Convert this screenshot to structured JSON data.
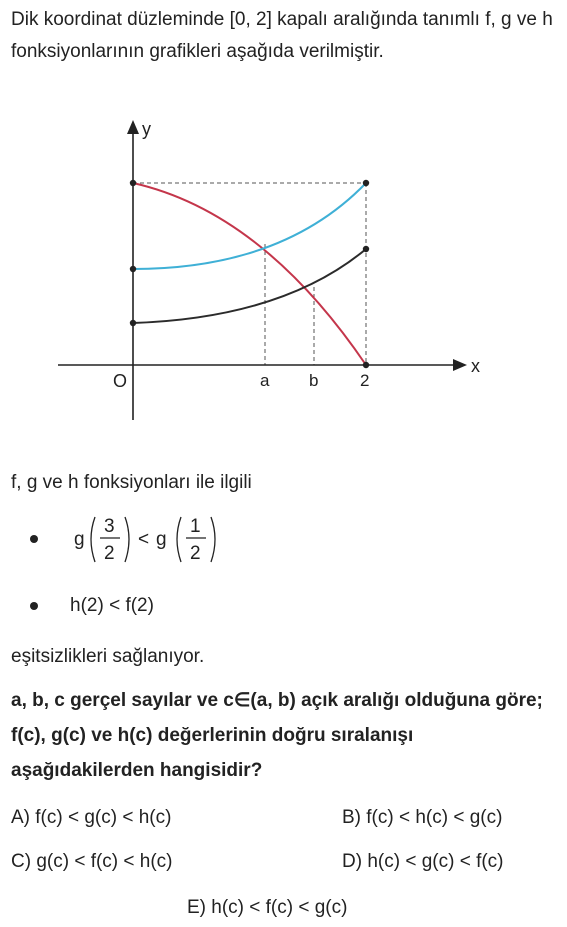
{
  "intro_text": "Dik koordinat düzleminde [0, 2] kapalı aralığında tanımlı f, g ve h fonksiyonlarının grafikleri aşağıda verilmiştir.",
  "graph": {
    "y_label": "y",
    "x_label": "x",
    "origin_label": "O",
    "tick_a": "a",
    "tick_b": "b",
    "tick_2": "2",
    "curve_colors": {
      "f": "#c4364b",
      "g": "#3fb0d6",
      "h": "#2b2b2b"
    }
  },
  "lead_text": "f, g ve h fonksiyonları ile ilgili",
  "condition_1": {
    "left_func": "g",
    "left_num": "3",
    "left_den": "2",
    "relation": "<",
    "right_func": "g",
    "right_num": "1",
    "right_den": "2"
  },
  "condition_2": "h(2) < f(2)",
  "tail_text": "eşitsizlikleri sağlanıyor.",
  "question": "a, b, c gerçel sayılar ve c∈(a, b) açık aralığı olduğuna göre; f(c), g(c) ve h(c) değerlerinin doğru sıralanışı aşağıdakilerden hangisidir?",
  "options": {
    "A": "A) f(c) < g(c) < h(c)",
    "B": "B) f(c) < h(c) < g(c)",
    "C": "C) g(c) < f(c) < h(c)",
    "D": "D) h(c) < g(c) < f(c)",
    "E": "E) h(c) < f(c) < g(c)"
  }
}
